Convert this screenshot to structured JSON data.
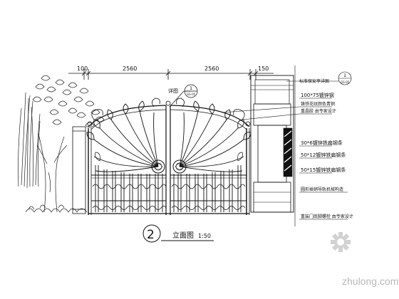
{
  "dimensions": {
    "left_offset": "100",
    "left_leaf": "2560",
    "right_leaf": "2560",
    "right_offset": "150"
  },
  "callouts": {
    "detail_label": "详图",
    "detail_num": "1",
    "detail_ref": "GS-05",
    "std_label": "标准保安亭详图",
    "std_num": "1",
    "std_ref": "GS-05"
  },
  "notes": [
    "100*75镀锌钢",
    "铸铁花纹颜色青铜",
    "重晶胶 由专家设计",
    "30*6镀锌铁扁钢条",
    "50*12镀锌铁扁钢条",
    "50*15镀锌铁扁钢条",
    "圆形插销导轨机械构造",
    "重装门底脚螺栓 由专家设计"
  ],
  "title": {
    "number": "2",
    "name": "立面图",
    "scale": "1:50"
  },
  "watermark": "zhulong.com"
}
